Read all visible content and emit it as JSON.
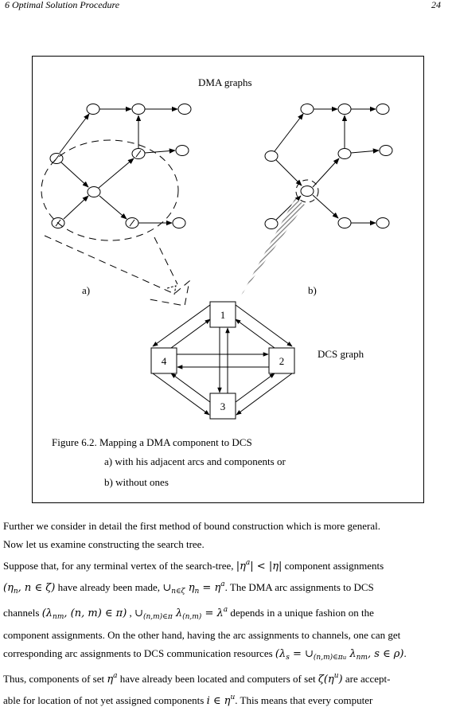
{
  "header": {
    "chapter": "6   Optimal Solution Procedure",
    "page_number": "24"
  },
  "figure": {
    "dma_title": "DMA graphs",
    "label_a": "a)",
    "label_b": "b)",
    "dcs_title": "DCS graph",
    "node_labels": [
      "1",
      "2",
      "3",
      "4"
    ],
    "caption_line1": "Figure 6.2. Mapping a DMA component to DCS",
    "caption_line2": "a) with his adjacent arcs and  components or",
    "caption_line3": "b) without ones"
  },
  "text": {
    "p1": "Further we consider in detail the first method of bound construction which is more general.",
    "p2": "Now let us examine constructing the search tree.",
    "p3a": "Suppose that, for any terminal vertex of the search-tree,",
    "p3b": "component assignments",
    "p4a": "have already been made,",
    "p4b": ". The DMA arc assignments to DCS",
    "p5a": "channels",
    "p5b": "depends in a unique fashion on the",
    "p6": "component assignments. On the other hand, having the arc assignments to channels, one can get",
    "p7": "corresponding arc assignments to DCS communication resources",
    "p8a": "Thus, components of set",
    "p8b": "have already been located and computers of set",
    "p8c": "are accept-",
    "p9a": "able for location of not yet assigned components",
    "p9b": ". This means that every computer"
  }
}
